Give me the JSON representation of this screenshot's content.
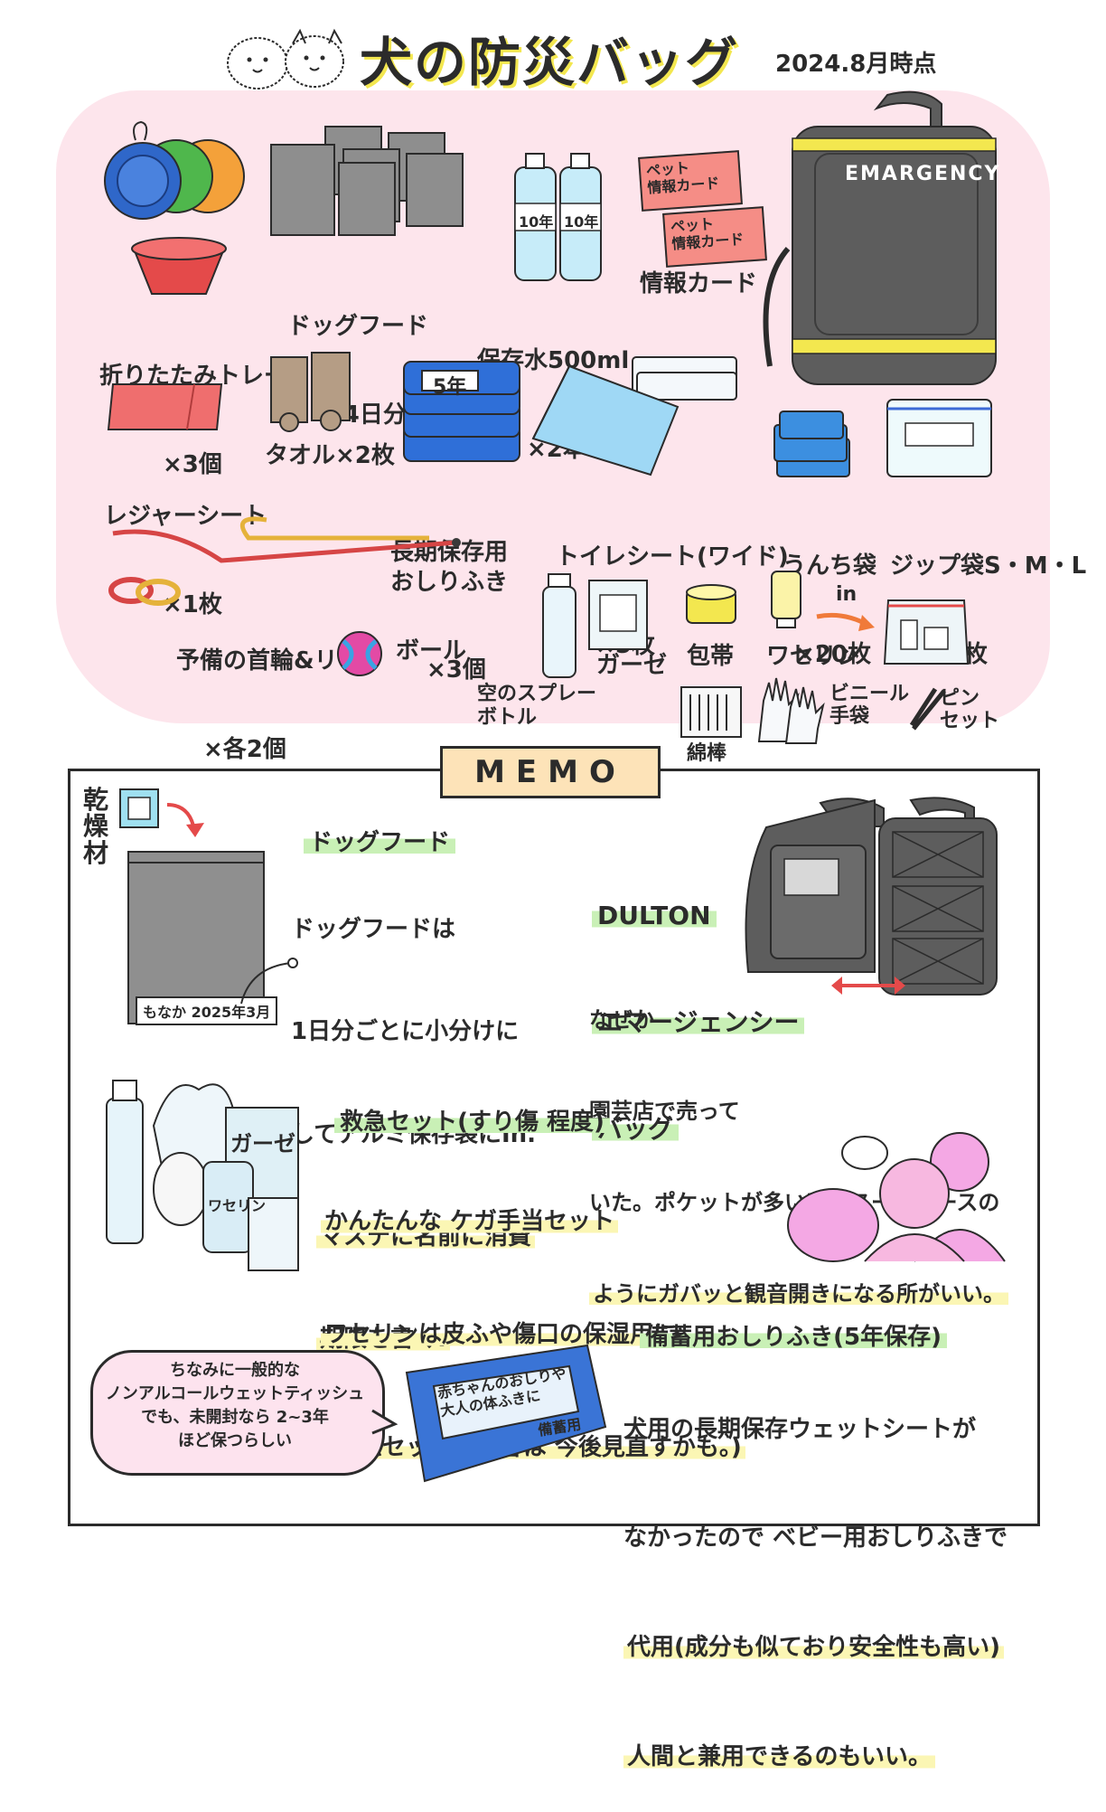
{
  "header": {
    "title": "犬の防災バッグ",
    "date": "2024.8月時点"
  },
  "items": {
    "tray": {
      "label": "折りたたみトレー",
      "qty": "×3個"
    },
    "food": {
      "label": "ドッグフード",
      "qty": "×4日分"
    },
    "water": {
      "label": "保存水500ml",
      "qty": "×2本",
      "bottle_tag": "10年"
    },
    "info": {
      "label": "情報カード",
      "card_text": "ペット\n情報カード"
    },
    "bag": {
      "print": "EMARGENCY"
    },
    "sheet": {
      "label": "レジャーシート",
      "qty": "×1枚"
    },
    "towel": {
      "label": "タオル×2枚"
    },
    "wipes": {
      "label": "長期保存用\nおしりふき",
      "qty": "×3個",
      "tag": "5年"
    },
    "toilet": {
      "label": "トイレシート(ワイド)",
      "qty": "×5枚"
    },
    "poop": {
      "label": "うんち袋",
      "qty": "×20枚"
    },
    "zip": {
      "label": "ジップ袋S・M・L",
      "qty": "×各3枚"
    },
    "collar": {
      "label": "予備の首輪&リード",
      "qty": "×各2個"
    },
    "ball": {
      "label": "ボール"
    },
    "spray": {
      "label": "空のスプレー\nボトル"
    },
    "gauze": {
      "label": "ガーゼ"
    },
    "bandage": {
      "label": "包帯"
    },
    "vaseline": {
      "label": "ワセリン",
      "in": "in"
    },
    "swab": {
      "label": "綿棒"
    },
    "glove": {
      "label": "ビニール\n手袋"
    },
    "tweezers": {
      "label": "ピン\nセット"
    }
  },
  "memo": {
    "title": "MEMO",
    "desiccant": "乾\n燥\n材",
    "food_bag_tag": "もなか 2025年3月",
    "food": {
      "heading": "ドッグフード",
      "lines": [
        "ドッグフードは",
        "1日分ごとに小分けに",
        "してアルミ保存袋にIn.",
        "マステに名前に消費",
        "期限を書く."
      ]
    },
    "bag": {
      "heading": [
        "DULTON",
        "エマージェンシー",
        "バッグ"
      ],
      "lines": [
        "なぜか",
        "園芸店で売って",
        "いた。ポケットが多い所とスーツケースの",
        "ようにガバッと観音開きになる所がいい。"
      ]
    },
    "firstaid": {
      "heading": "救急セット(すり傷 程度)",
      "lines": [
        "かんたんな ケガ手当セット",
        "ワセリンは皮ふや傷口の保湿用に。",
        "(救急セットの内容は 今後見直すかも。)"
      ],
      "gauze_tag": "ガーゼ",
      "vaseline_tag": "ワセリン"
    },
    "wipes": {
      "heading": "備蓄用おしりふき(5年保存)",
      "lines": [
        "犬用の長期保存ウェットシートが",
        "なかったので ベビー用おしりふきで",
        "代用(成分も似ており安全性も高い)",
        "人間と兼用できるのもいい。"
      ],
      "pack_label": "赤ちゃんのおしりや\n大人の体ふきに",
      "pack_tag": "備蓄用"
    },
    "bubble_lines": [
      "ちなみに一般的な",
      "ノンアルコールウェットティッシュ",
      "でも、未開封なら 2~3年",
      "ほど保つらしい"
    ]
  },
  "colors": {
    "pink_bg": "#fde5ec",
    "accent_yellow": "#f3e74f",
    "bag_gray": "#5d5d5d",
    "highlight_green": "#c9f0b6",
    "highlight_yellow": "#fbf6b4"
  }
}
